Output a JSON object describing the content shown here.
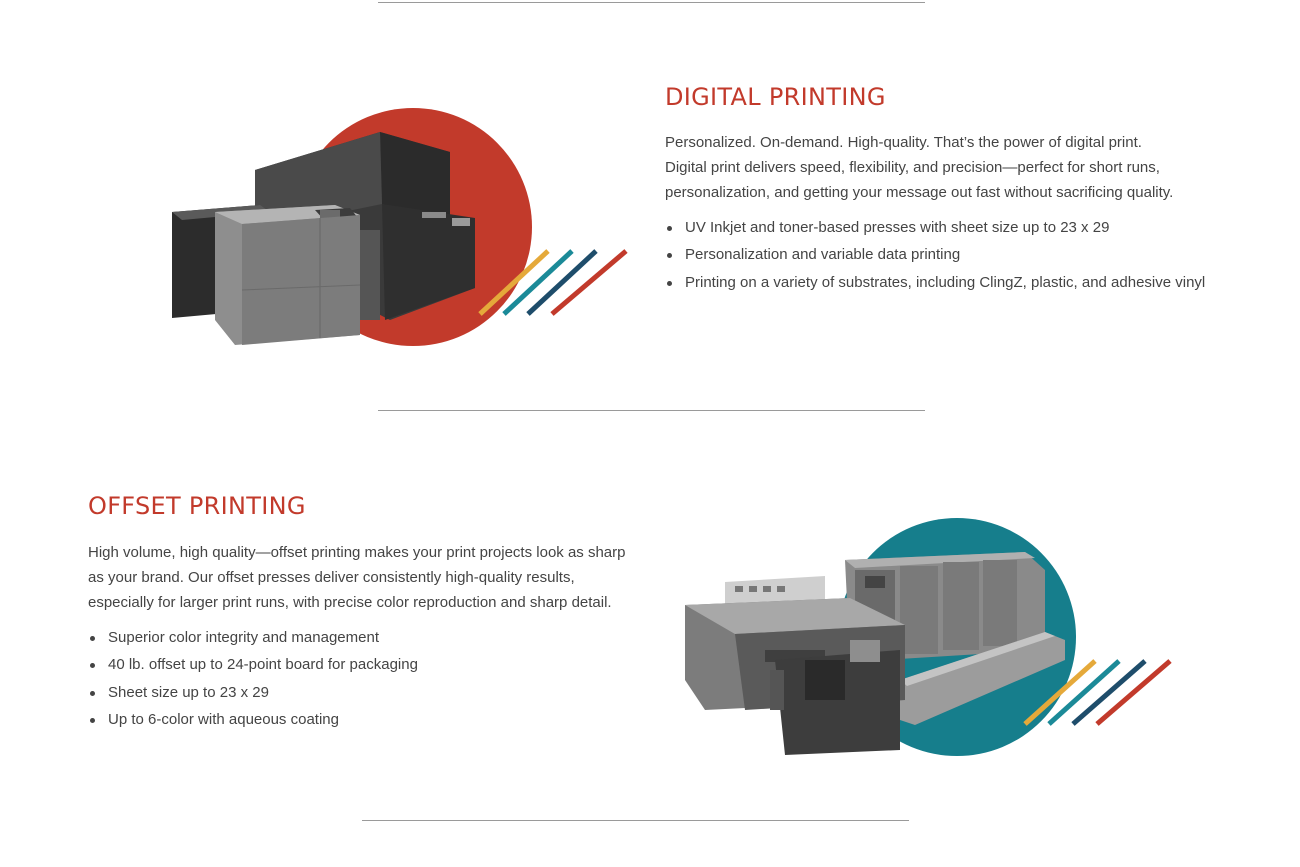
{
  "digital": {
    "title": "DIGITAL PRINTING",
    "body": "Personalized. On-demand. High-quality. That’s the power of digital print. Digital print delivers speed, flexibility, and precision—perfect for short runs, personalization, and getting your message out fast without sacrificing quality.",
    "bullets": [
      "UV Inkjet and toner-based presses with sheet size up to 23 x 29",
      "Personalization and variable data printing",
      "Printing on a variety of substrates, including ClingZ, plastic, and adhesive vinyl"
    ],
    "image_label": "digital-press-image",
    "circle_color": "#c23a2b"
  },
  "offset": {
    "title": "OFFSET PRINTING",
    "body": "High volume, high quality—offset printing makes your print projects look as sharp as your brand. Our offset presses deliver consistently high-quality results, especially for larger print runs, with precise color reproduction and sharp detail.",
    "bullets": [
      "Superior color integrity and management",
      "40 lb. offset up to 24-point board for packaging",
      "Sheet size up to 23 x 29",
      "Up to 6-color with aqueous coating"
    ],
    "image_label": "offset-press-image",
    "circle_color": "#167e8c"
  },
  "colors": {
    "heading": "#c23a2b",
    "stripe_gold": "#e5a93a",
    "stripe_teal": "#1b8a98",
    "stripe_navy": "#1e4d6b",
    "stripe_red": "#c23a2b"
  }
}
